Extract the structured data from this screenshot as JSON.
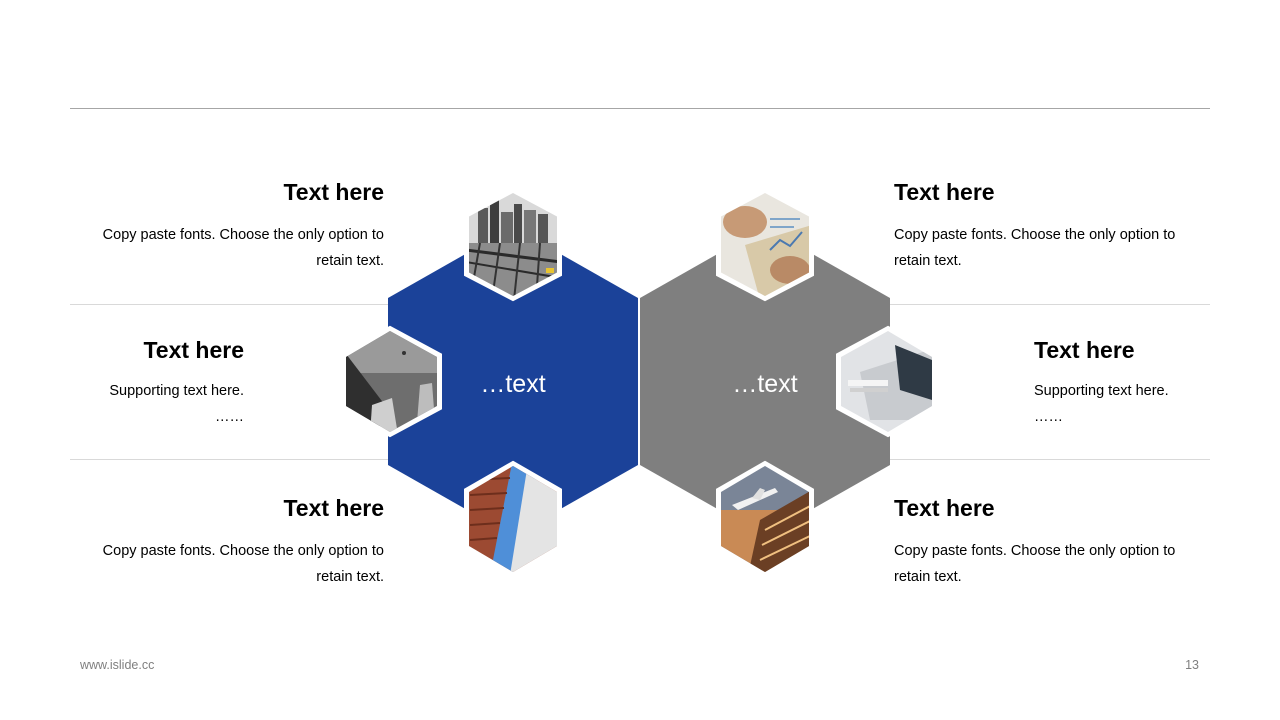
{
  "slide": {
    "center_left": "…text",
    "center_right": "…text",
    "blocks": {
      "left_top": {
        "title": "Text here",
        "line1": "Copy paste fonts. Choose the only option to",
        "line2": "retain text."
      },
      "left_mid": {
        "title": "Text here",
        "line1": "Supporting text here.",
        "line2": "……"
      },
      "left_bot": {
        "title": "Text here",
        "line1": "Copy paste fonts. Choose the only option to",
        "line2": "retain text."
      },
      "right_top": {
        "title": "Text here",
        "line1": "Copy paste fonts. Choose the only option to",
        "line2": "retain text."
      },
      "right_mid": {
        "title": "Text here",
        "line1": "Supporting text here.",
        "line2": "……"
      },
      "right_bot": {
        "title": "Text here",
        "line1": "Copy paste fonts. Choose the only option to",
        "line2": "retain text."
      }
    },
    "photos": [
      "city-bridge-photo-icon",
      "skyscraper-sky-photo-icon",
      "building-facade-photo-icon",
      "business-charts-photo-icon",
      "laptop-desk-photo-icon",
      "airplane-city-photo-icon"
    ],
    "colors": {
      "blue": "#1b4299",
      "gray": "#7f7f7f",
      "rule": "#d9d9d9"
    }
  },
  "footer": {
    "website": "www.islide.cc",
    "page_number": "13"
  }
}
